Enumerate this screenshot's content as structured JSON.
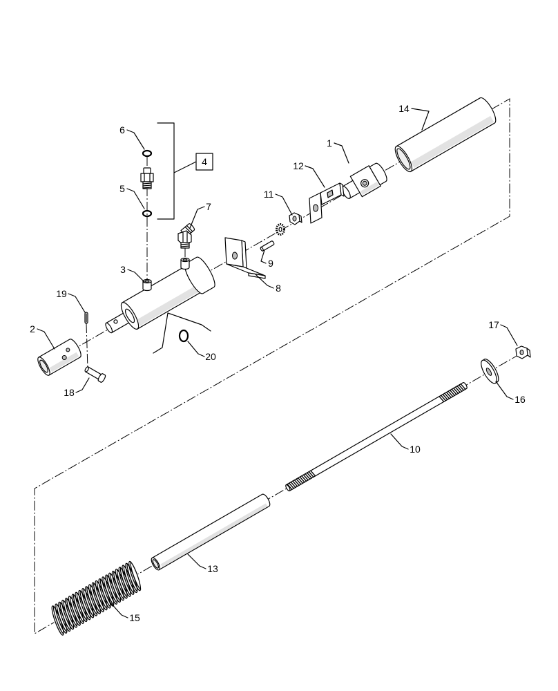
{
  "diagram": {
    "callouts": {
      "n1": "1",
      "n2": "2",
      "n3": "3",
      "n4": "4",
      "n5": "5",
      "n6": "6",
      "n7": "7",
      "n8": "8",
      "n9": "9",
      "n10": "10",
      "n11": "11",
      "n12": "12",
      "n13": "13",
      "n14": "14",
      "n15": "15",
      "n16": "16",
      "n17": "17",
      "n18": "18",
      "n19": "19",
      "n20": "20"
    }
  }
}
